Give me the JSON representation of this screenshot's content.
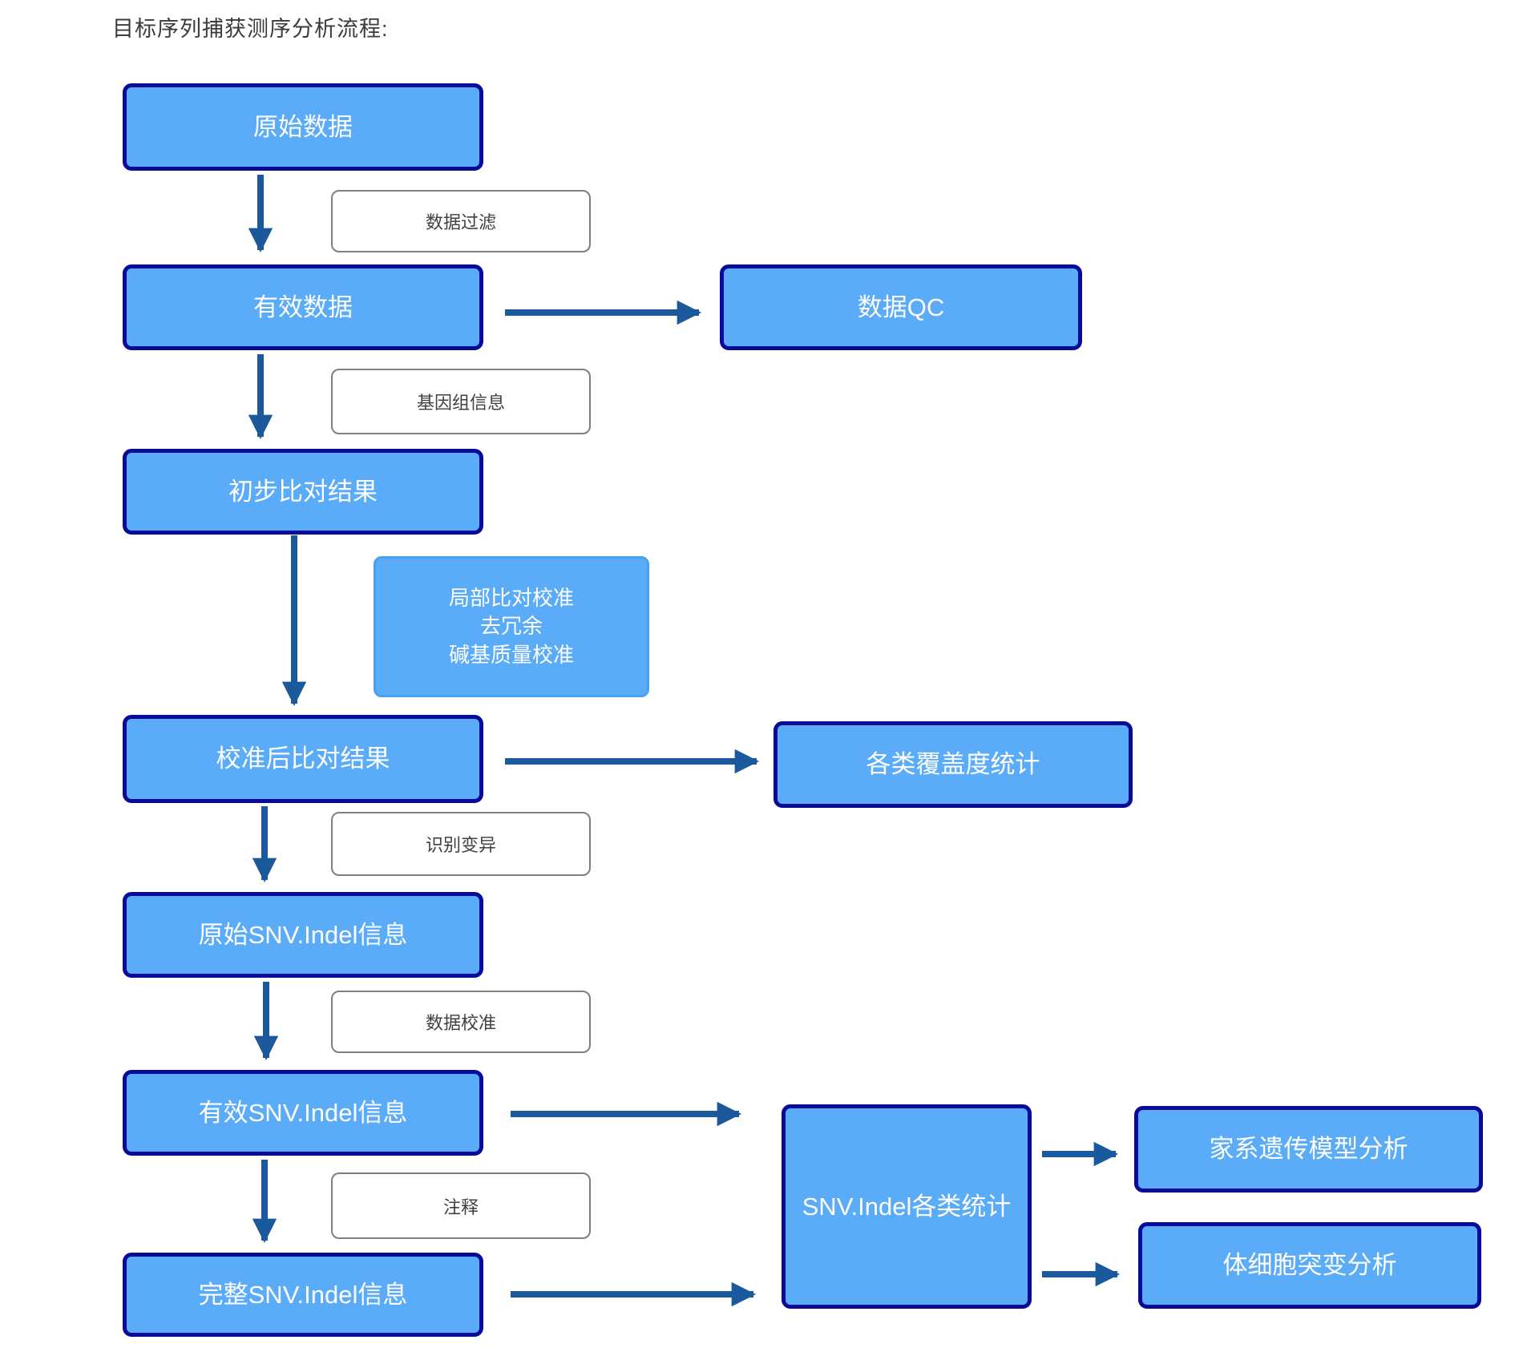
{
  "title": "目标序列捕获测序分析流程:",
  "nodes": {
    "raw_data": "原始数据",
    "valid_data": "有效数据",
    "data_qc": "数据QC",
    "prelim_alignment": "初步比对结果",
    "calibrated_alignment": "校准后比对结果",
    "coverage_stats": "各类覆盖度统计",
    "raw_snv_indel": "原始SNV.Indel信息",
    "valid_snv_indel": "有效SNV.Indel信息",
    "complete_snv_indel": "完整SNV.Indel信息",
    "snv_indel_stats": "SNV.Indel各类统计",
    "pedigree_model_analysis": "家系遗传模型分析",
    "somatic_mutation_analysis": "体细胞突变分析"
  },
  "edge_labels": {
    "data_filter": "数据过滤",
    "genome_info": "基因组信息",
    "realign_steps": "局部比对校准\n去冗余\n碱基质量校准",
    "variant_calling": "识别变异",
    "data_calibration": "数据校准",
    "annotation": "注释"
  },
  "colors": {
    "node_fill": "#5aabf8",
    "node_border": "#0a0a99",
    "blue_tag_border": "#47a1f0",
    "arrow": "#1a5a9c",
    "tag_border": "#7f7f7f",
    "tag_text": "#404040",
    "title_text": "#3b3b3b"
  }
}
